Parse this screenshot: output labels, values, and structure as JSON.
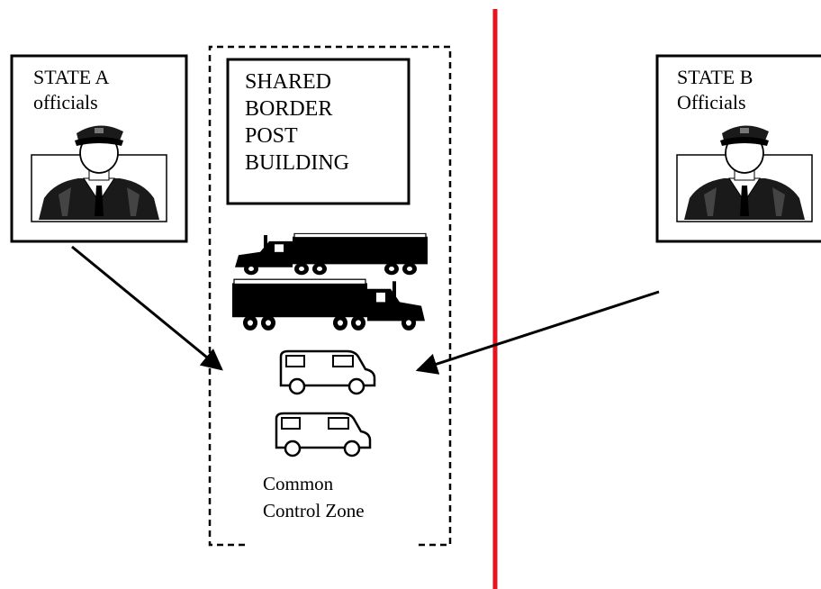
{
  "state_a": {
    "label": "STATE A\nofficials"
  },
  "state_b": {
    "label": "STATE B\nOfficials"
  },
  "border_post": {
    "label": "SHARED\nBORDER\nPOST\nBUILDING"
  },
  "control_zone": {
    "label": "Common\nControl Zone"
  },
  "icons": {
    "official": "police-officer-icon",
    "truck": "truck-icon",
    "van": "van-icon"
  },
  "colors": {
    "border_line": "#e8121c",
    "ink": "#000000",
    "background": "#ffffff"
  }
}
